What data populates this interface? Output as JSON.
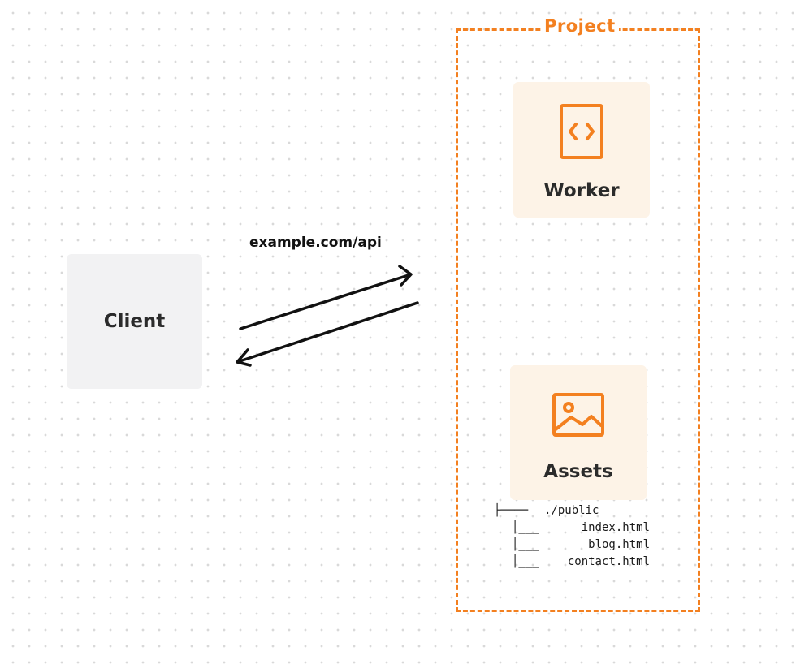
{
  "client": {
    "label": "Client"
  },
  "connection": {
    "url": "example.com/api"
  },
  "project": {
    "title": "Project",
    "worker": {
      "label": "Worker",
      "icon": "code-file-icon"
    },
    "assets": {
      "label": "Assets",
      "icon": "image-icon"
    },
    "tree": {
      "root_branch": "├──── ",
      "root": "./public",
      "branch": "│___",
      "files": [
        "index.html",
        "blog.html",
        "contact.html"
      ]
    }
  },
  "colors": {
    "accent": "#f38020",
    "card_background": "#fdf3e7",
    "client_background": "#f2f2f3",
    "text": "#2b2b2b"
  }
}
